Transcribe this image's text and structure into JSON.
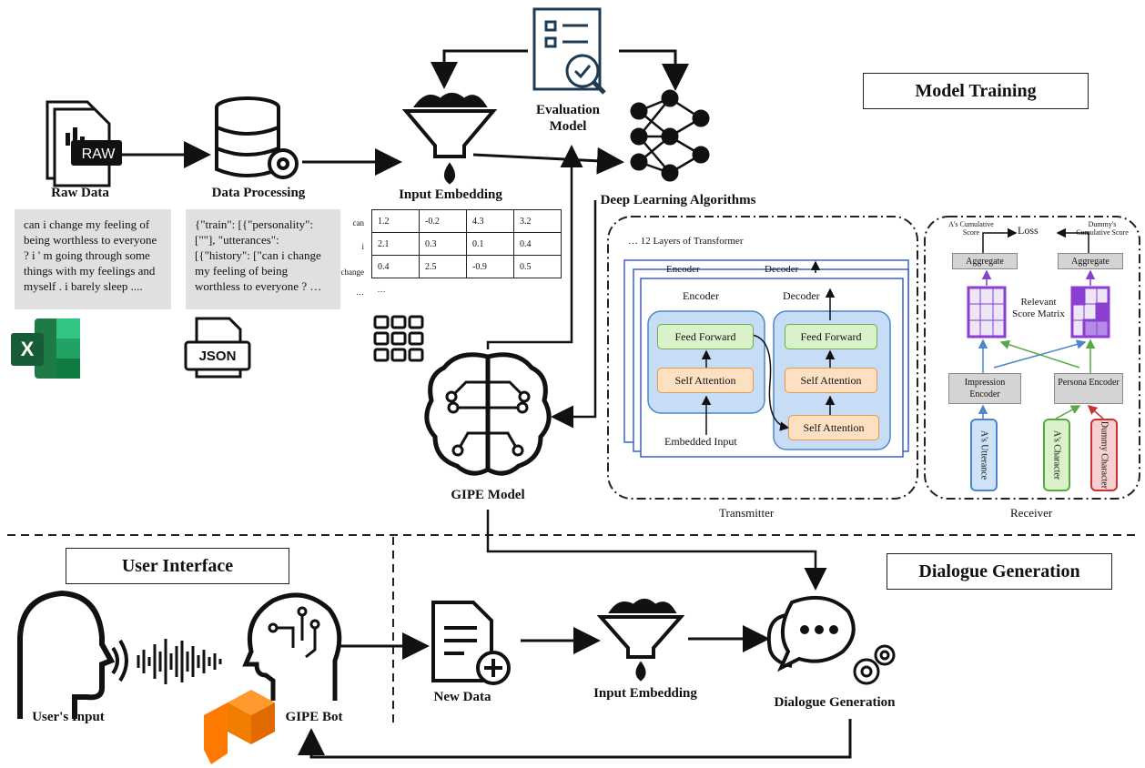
{
  "sections": {
    "model_training": "Model Training",
    "user_interface": "User Interface",
    "dialogue_generation": "Dialogue Generation"
  },
  "top_row": {
    "raw_data": "Raw Data",
    "raw_badge": "RAW",
    "data_processing": "Data Processing",
    "input_embedding": "Input Embedding",
    "evaluation_model": "Evaluation Model",
    "deep_learning": "Deep Learning Algorithms",
    "gipe_model": "GIPE Model"
  },
  "raw_note": "can i change my feeling of being worthless to everyone ? i ' m going through some things with my feelings and myself . i barely sleep ....",
  "json_note": "{\"train\": [{\"personality\": [\"\"], \"utterances\": [{\"history\": [\"can i change my feeling of being worthless to everyone ? …",
  "json_icon_label": "JSON",
  "excel_icon_label": "X",
  "embedding_table": {
    "row_labels": [
      "can",
      "i",
      "change",
      "…"
    ],
    "rows": [
      [
        "1.2",
        "-0.2",
        "4.3",
        "3.2"
      ],
      [
        "2.1",
        "0.3",
        "0.1",
        "0.4"
      ],
      [
        "0.4",
        "2.5",
        "-0.9",
        "0.5"
      ],
      [
        "…",
        "",
        "",
        ""
      ]
    ]
  },
  "transmitter": {
    "layers_label": "… 12 Layers of Transformer",
    "encoder": "Encoder",
    "decoder": "Decoder",
    "back_encoder": "Encoder",
    "back_decoder": "Decoder",
    "feed_forward": "Feed Forward",
    "self_attention": "Self Attention",
    "embedded_input": "Embedded Input",
    "caption": "Transmitter"
  },
  "receiver": {
    "a_score": "A's Cumulative Score",
    "loss": "Loss",
    "dummy_score": "Dummy's Cumulative Score",
    "aggregate": "Aggregate",
    "relevant_matrix": "Relevant Score Matrix",
    "impression_encoder": "Impression Encoder",
    "persona_encoder": "Persona Encoder",
    "a_utterance": "A's Utterance",
    "a_character": "A's Character",
    "dummy_character": "Dummy Character",
    "caption": "Receiver",
    "colors": {
      "blue": "#4a86c8",
      "green": "#5aa845",
      "red": "#c83232",
      "purple": "#8a3fd1"
    }
  },
  "bottom_row": {
    "users_input": "User's Input",
    "gipe_bot": "GIPE Bot",
    "new_data": "New Data",
    "input_embedding": "Input Embedding",
    "dialogue_generation": "Dialogue Generation"
  }
}
